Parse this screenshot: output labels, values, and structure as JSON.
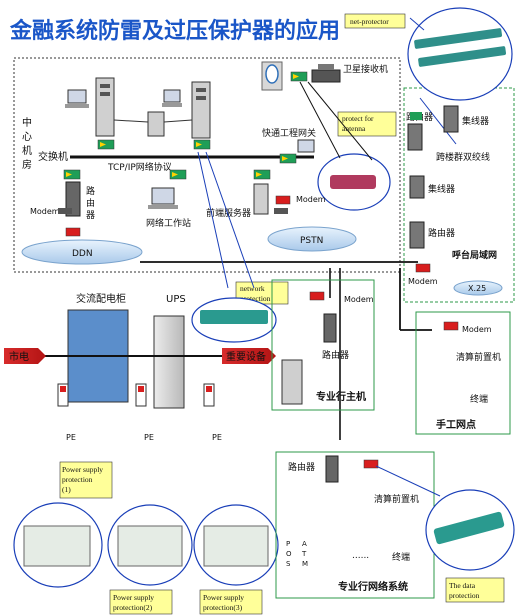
{
  "title": "金融系统防雷及过压保护器的应用",
  "colors": {
    "title": "#1a56c8",
    "arrow_red": "#d81e1e",
    "label_yellow": "#ffff99",
    "protector_green": "#1f9e57",
    "zone_green": "#2e9a4a",
    "cloud_blue": "#cfe2f3"
  },
  "labels": {
    "net_protector": "net-protector",
    "protect_for_antenna": "protect for antenna",
    "network_protection": "network protection",
    "power_supply_1": "Power supply protection (1)",
    "power_supply_2": "Power supply protection(2)",
    "power_supply_3": "Power supply protection(3)",
    "data_protection": "The data protection",
    "center_room": [
      "中",
      "心",
      "机",
      "房"
    ],
    "switch": "交换机",
    "tcpip": "TCP/IP网络协议",
    "router": "路由器",
    "router_vertical": [
      "路",
      "由",
      "器"
    ],
    "modem": "Modem",
    "network_workstation": "网络工作站",
    "front_server": "前端服务器",
    "pstn": "PSTN",
    "ddn": "DDN",
    "satellite_receiver": "卫星接收机",
    "express_gateway": "快通工程网关",
    "hub": "集线器",
    "router_r": "路由器",
    "cross_building": "跨楼群双绞线",
    "hub2": "集线器",
    "router2": "路由器",
    "hub3": "集线器",
    "call_lan": "呼台局域网",
    "x25": "X.25",
    "ac_cabinet": "交流配电柜",
    "ups": "UPS",
    "city_power": "市电",
    "important_equipment": "重要设备",
    "pe": "PE",
    "bank_host": "专业行主机",
    "router3": "路由器",
    "modem3": "Modem",
    "settlement_front": "清算前置机",
    "terminal": "终端",
    "manual_branch": "手工网点",
    "router4": "路由器",
    "settlement_front2": "清算前置机",
    "terminal2": "终端",
    "bank_network_system": "专业行网络系统",
    "pos": [
      "P",
      "O",
      "S"
    ],
    "atm": [
      "A",
      "T",
      "M"
    ],
    "dots": "......"
  }
}
